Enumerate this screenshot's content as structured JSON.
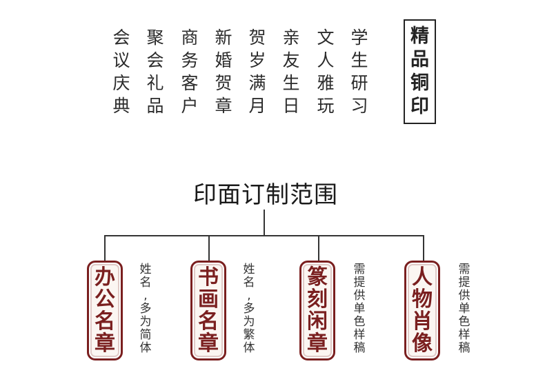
{
  "columns": [
    "会议庆典",
    "聚会礼品",
    "商务客户",
    "新婚贺章",
    "贺岁满月",
    "亲友生日",
    "文人雅玩",
    "学生研习"
  ],
  "badge": "精品铜印",
  "heading": "印面订制范围",
  "seals": [
    {
      "text": "办公名章",
      "note": "姓名,多为简体"
    },
    {
      "text": "书画名章",
      "note": "姓名,多为繁体"
    },
    {
      "text": "篆刻闲章",
      "note": "需提供单色样稿"
    },
    {
      "text": "人物肖像",
      "note": "需提供单色样稿"
    }
  ],
  "colors": {
    "seal": "#7a1f1f",
    "text": "#2b2b2b"
  }
}
